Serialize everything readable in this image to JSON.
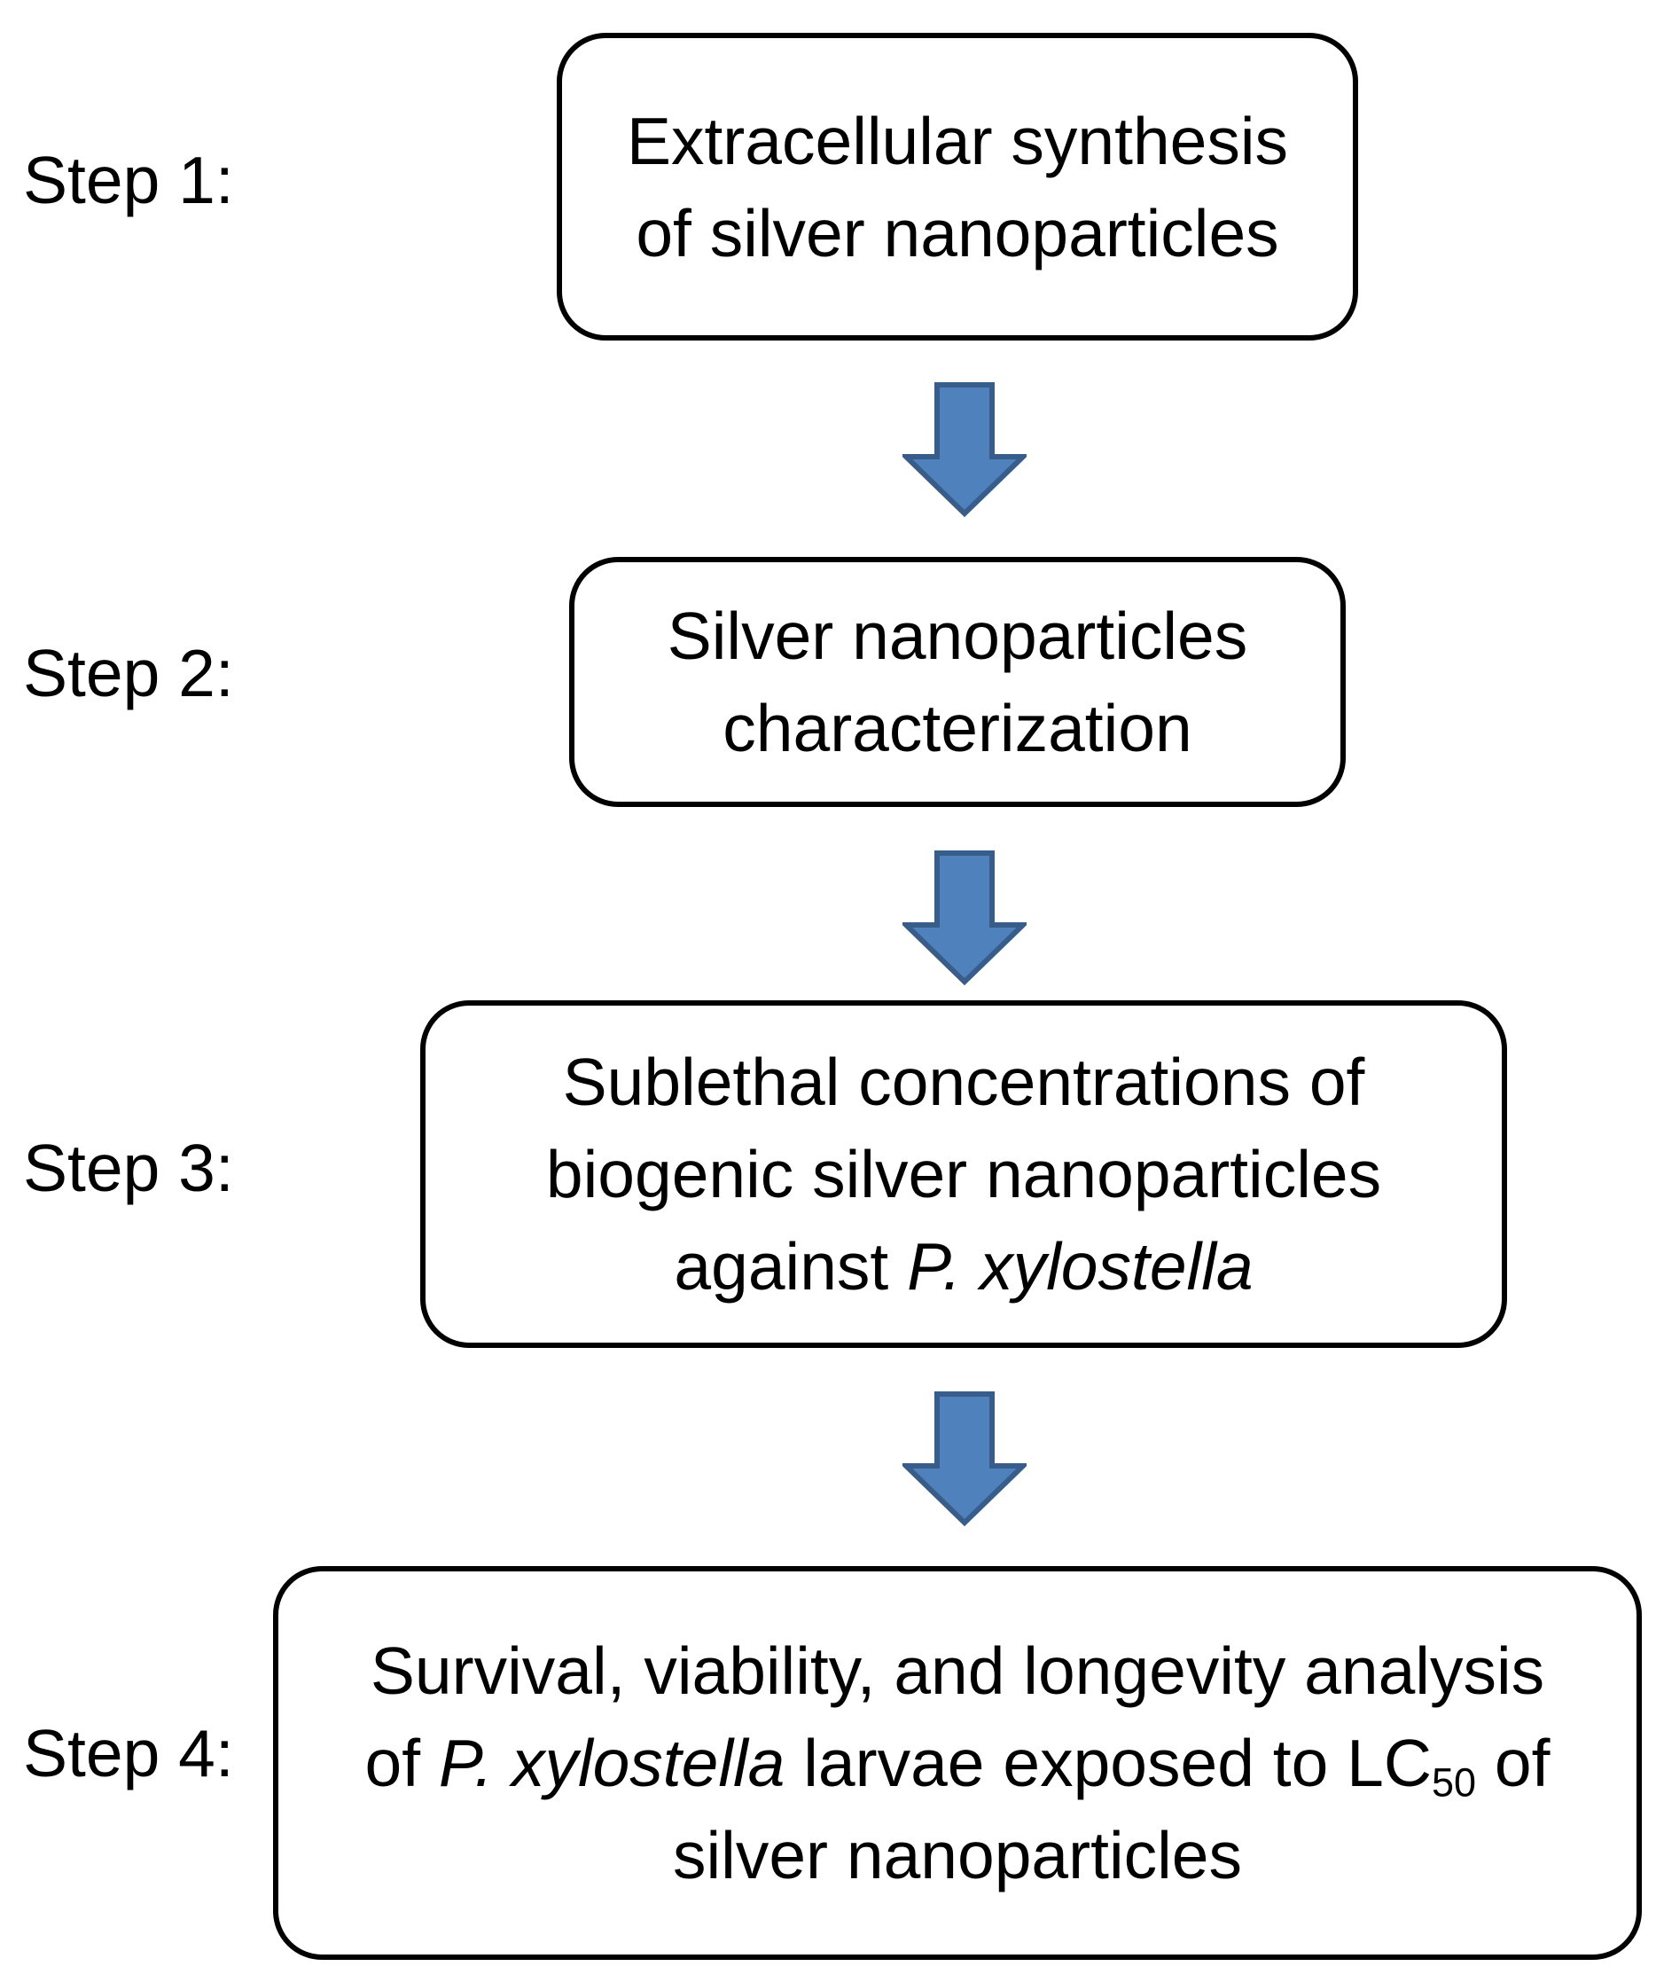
{
  "arrow_color": "#4f81bd",
  "arrow_border_color": "#385d8a",
  "steps": [
    {
      "label": "Step 1:",
      "lines": [
        {
          "text": "Extracellular synthesis"
        },
        {
          "text": "of silver nanoparticles"
        }
      ]
    },
    {
      "label": "Step 2:",
      "lines": [
        {
          "text": "Silver nanoparticles"
        },
        {
          "text": "characterization"
        }
      ]
    },
    {
      "label": "Step 3:",
      "lines": [
        {
          "text": "Sublethal concentrations of"
        },
        {
          "text": "biogenic silver nanoparticles"
        },
        {
          "pre": "against ",
          "italic": "P. xylostella"
        }
      ]
    },
    {
      "label": "Step 4:",
      "lines": [
        {
          "text": "Survival, viability, and longevity analysis"
        },
        {
          "pre": "of ",
          "italic": "P. xylostella",
          "mid": " larvae exposed to LC",
          "sub": "50",
          "post": " of"
        },
        {
          "text": "silver nanoparticles"
        }
      ]
    }
  ]
}
